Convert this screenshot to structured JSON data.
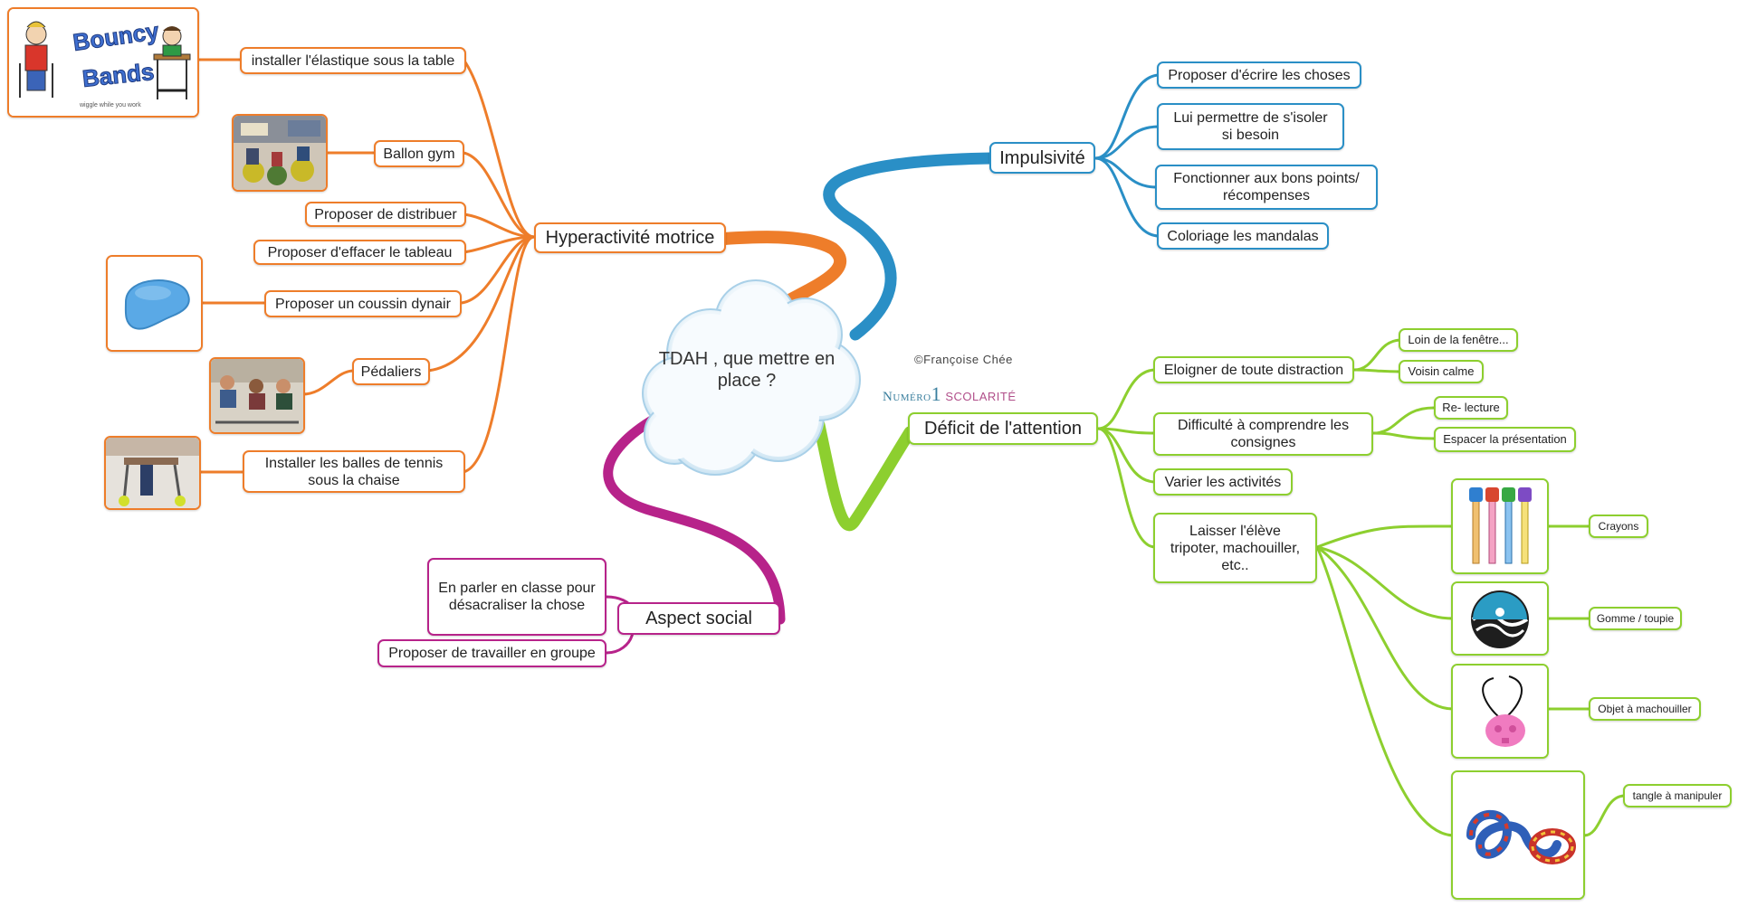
{
  "central": {
    "title": "TDAH , que mettre en place ?"
  },
  "credits": {
    "copyright": "©Françoise Chée",
    "logo_word": "Numéro",
    "logo_number": "1",
    "logo_suffix": "Scolarité"
  },
  "colors": {
    "hyperactivity": "#ee7d2a",
    "impulsivity": "#2a8fc6",
    "attention": "#8dcf2f",
    "social": "#b7238a"
  },
  "branches": {
    "hyperactivite": {
      "label": "Hyperactivité motrice",
      "items": [
        "installer l'élastique sous la table",
        "Ballon gym",
        "Proposer de distribuer",
        "Proposer d'effacer le tableau",
        "Proposer un coussin dynair",
        "Pédaliers",
        "Installer les balles de tennis\nsous la chaise"
      ],
      "images": {
        "bouncy_title_1": "Bouncy",
        "bouncy_title_2": "Bands",
        "bouncy_tagline": "wiggle while you work"
      }
    },
    "impulsivite": {
      "label": "Impulsivité",
      "items": [
        "Proposer d'écrire les choses",
        "Lui permettre de s'isoler\nsi besoin",
        "Fonctionner aux bons points/\nrécompenses",
        "Coloriage les mandalas"
      ]
    },
    "attention": {
      "label": "Déficit de l'attention",
      "items": [
        "Eloigner de toute distraction",
        "Difficulté à comprendre les\nconsignes",
        "Varier les activités",
        "Laisser l'élève\ntripoter, machouiller,\netc.."
      ],
      "distraction_sub": [
        "Loin de la fenêtre...",
        "Voisin calme"
      ],
      "consignes_sub": [
        "Re- lecture",
        "Espacer la présentation"
      ],
      "objects": [
        "Crayons",
        "Gomme / toupie",
        "Objet à machouiller",
        "tangle à manipuler"
      ]
    },
    "social": {
      "label": "Aspect social",
      "items": [
        "En parler en classe pour\ndésacraliser la chose",
        "Proposer de travailler en groupe"
      ]
    }
  }
}
